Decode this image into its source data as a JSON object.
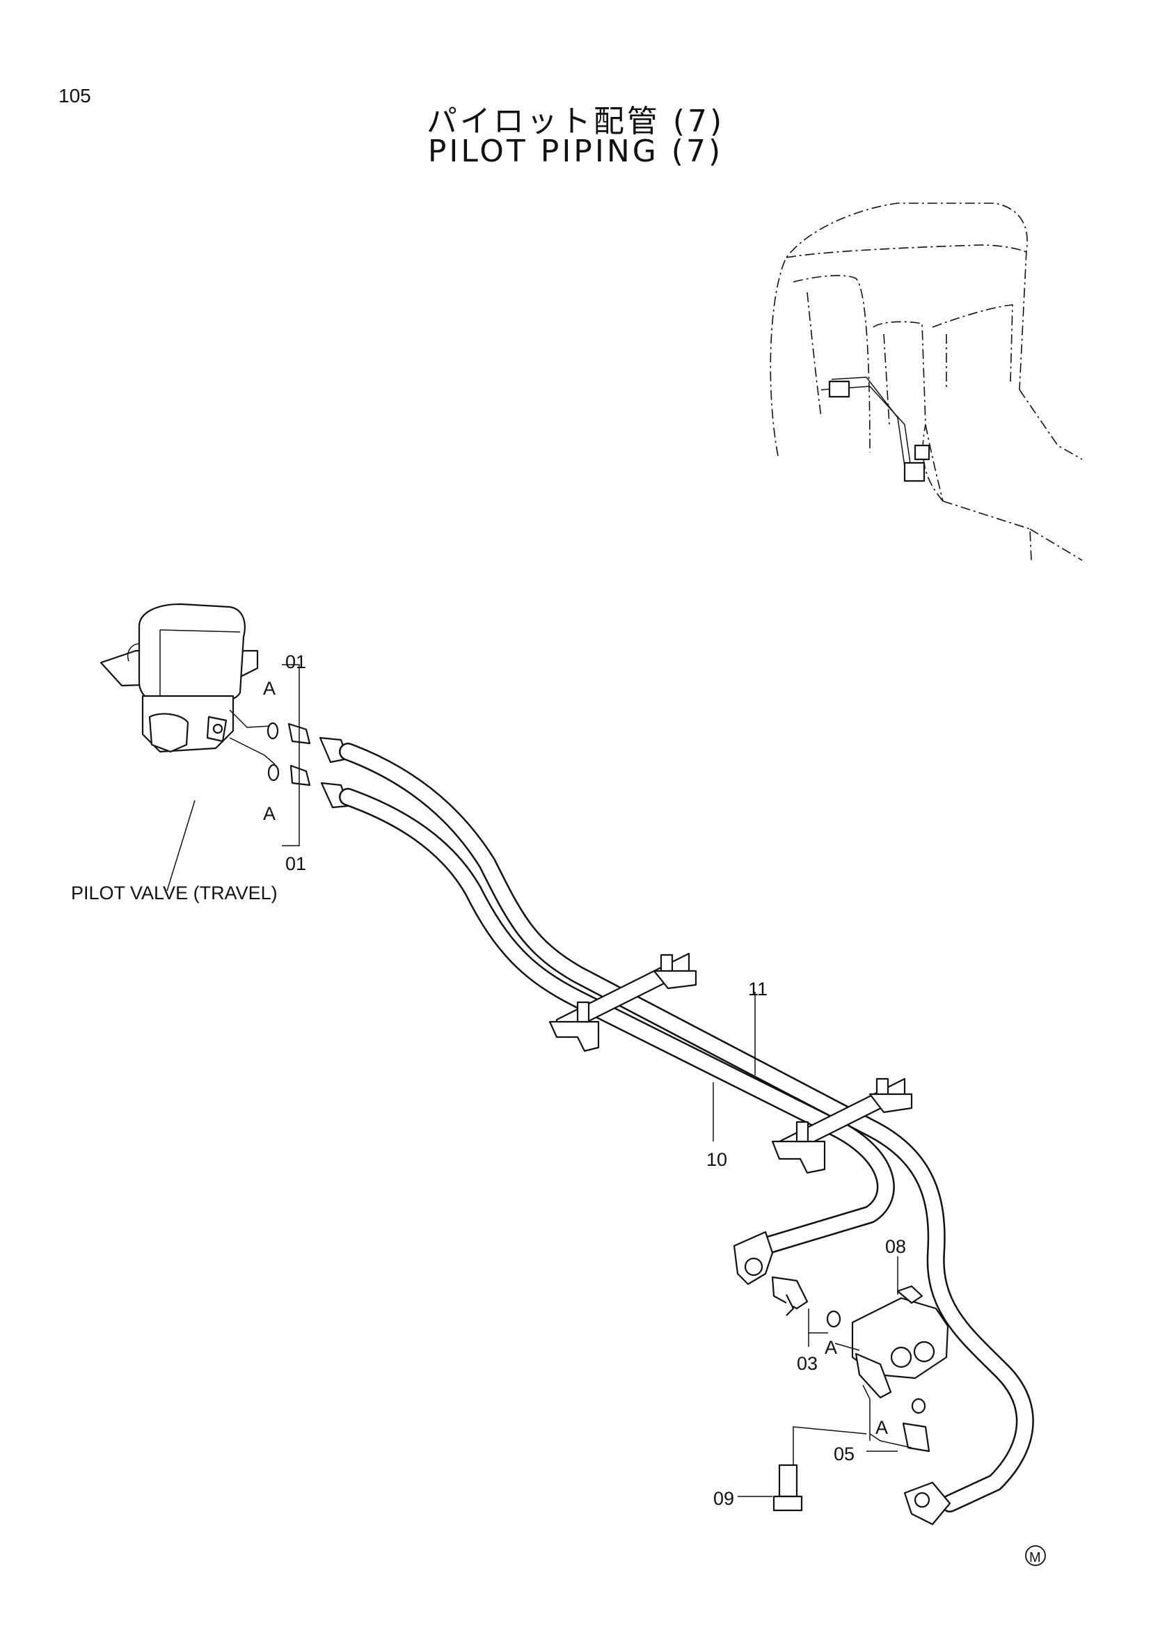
{
  "page_number": "105",
  "title_jp": "パイロット配管 (7)",
  "title_en": "PILOT PIPING (7)",
  "component_label": "PILOT VALVE (TRAVEL)",
  "callouts": {
    "c01_top": "01",
    "c01_bottom": "01",
    "cA_top": "A",
    "cA_bottom": "A",
    "c11": "11",
    "c10": "10",
    "c08": "08",
    "c03": "03",
    "cA_mid": "A",
    "cA_low": "A",
    "c05": "05",
    "c09": "09"
  },
  "mark": "M"
}
